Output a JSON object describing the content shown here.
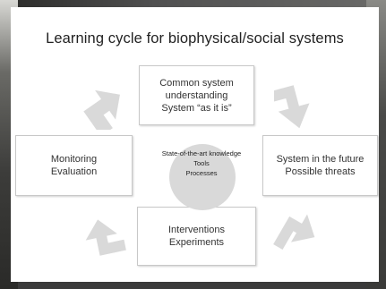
{
  "title": "Learning cycle for biophysical/social systems",
  "boxes": {
    "top": [
      "Common system",
      "understanding",
      "System “as it is”"
    ],
    "left": [
      "Monitoring",
      "Evaluation"
    ],
    "right": [
      "System in the future",
      "Possible threats"
    ],
    "bottom": [
      "Interventions",
      "Experiments"
    ]
  },
  "center": [
    "State-of-the-art knowledge",
    "Tools",
    "Processes"
  ],
  "colors": {
    "arrow": "#d9d9d9",
    "circle": "#d9d9d9",
    "box_border": "#c8c8c8"
  },
  "icons": {
    "arrows": "curved-cycle-arrow-icon"
  }
}
